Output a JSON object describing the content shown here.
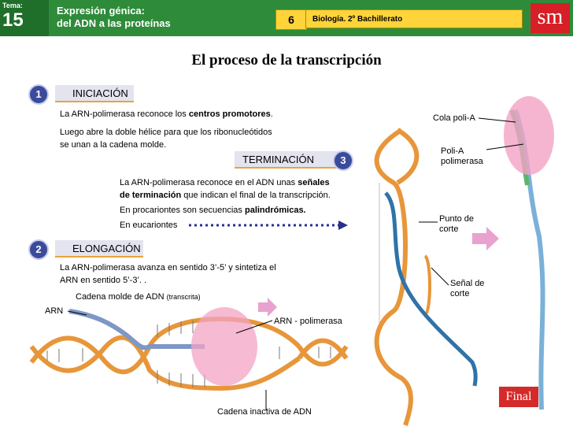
{
  "header": {
    "tema_label": "Tema:",
    "tema_number": "15",
    "topic_line1": "Expresión génica:",
    "topic_line2": "del ADN a las proteínas",
    "slide_number": "6",
    "course": "Biología. 2º Bachillerato",
    "logo": "sm"
  },
  "title": "El proceso de la transcripción",
  "steps": {
    "initiation": {
      "number": "1",
      "label": "INICIACIÓN",
      "p1_pre": "La ARN-polimerasa reconoce los ",
      "p1_bold": "centros promotores",
      "p1_post": ".",
      "p2_line1": "Luego abre la doble hélice para que los ribonucleótidos",
      "p2_line2": "se unan a la cadena molde."
    },
    "termination": {
      "number": "3",
      "label": "TERMINACIÓN",
      "l1_pre": "La ARN-polimerasa reconoce en el ADN unas ",
      "l1_bold": "señales",
      "l2_bold": "de terminación",
      "l2_post": " que indican el final de la transcripción.",
      "l3_pre": "En procariontes son secuencias ",
      "l3_bold": "palindrómicas.",
      "l4": "En eucariontes"
    },
    "elongation": {
      "number": "2",
      "label": "ELONGACIÓN",
      "line1": "La ARN-polimerasa avanza en sentido 3’-5’ y sintetiza el",
      "line2": "ARN en sentido 5’-3’. ."
    }
  },
  "labels": {
    "cola_poli_a": "Cola poli-A",
    "poli_a_polimerasa_1": "Poli-A",
    "poli_a_polimerasa_2": "polimerasa",
    "punto_corte_1": "Punto de",
    "punto_corte_2": "corte",
    "senal_corte_1": "Señal de",
    "senal_corte_2": "corte",
    "cadena_molde": "Cadena molde de ADN",
    "transcrita": "(transcrita)",
    "arn": "ARN",
    "arn_polimerasa": "ARN - polimerasa",
    "cadena_inactiva": "Cadena inactiva de ADN"
  },
  "final_button": "Final",
  "colors": {
    "header_green": "#2e8b3a",
    "accent_yellow": "#ffd43b",
    "step_blue": "#3b4b9c",
    "dna_orange": "#e7963a",
    "rna_blue": "#3f7fb5",
    "polymerase_pink": "#f3a3c4",
    "final_red": "#d42a2a"
  }
}
